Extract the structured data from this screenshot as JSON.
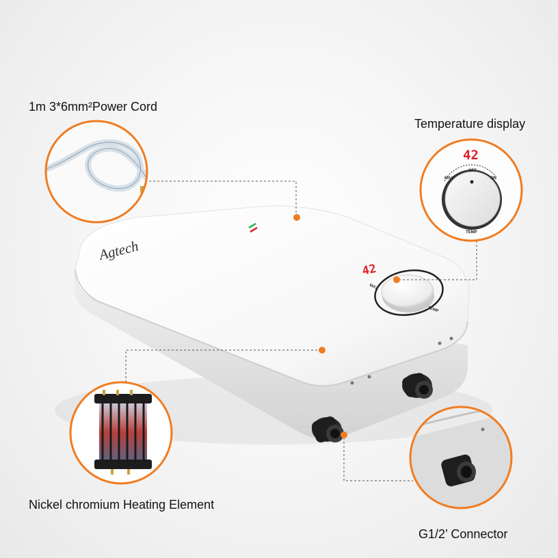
{
  "callouts": {
    "power_cord": "1m 3*6mm²Power Cord",
    "temperature_display": "Temperature display",
    "heating_element": "Nickel chromium Heating Element",
    "connector": "G1/2’ Connector"
  },
  "product": {
    "brand": "Agtech",
    "display_value": "42",
    "dial_labels": {
      "max": "MAX",
      "off": "OFF",
      "on": "ON",
      "temp": "TEMP"
    }
  },
  "colors": {
    "accent": "#f07c21",
    "display_red": "#e0202a",
    "body_white": "#ffffff",
    "connector_black": "#1e1e1e"
  }
}
